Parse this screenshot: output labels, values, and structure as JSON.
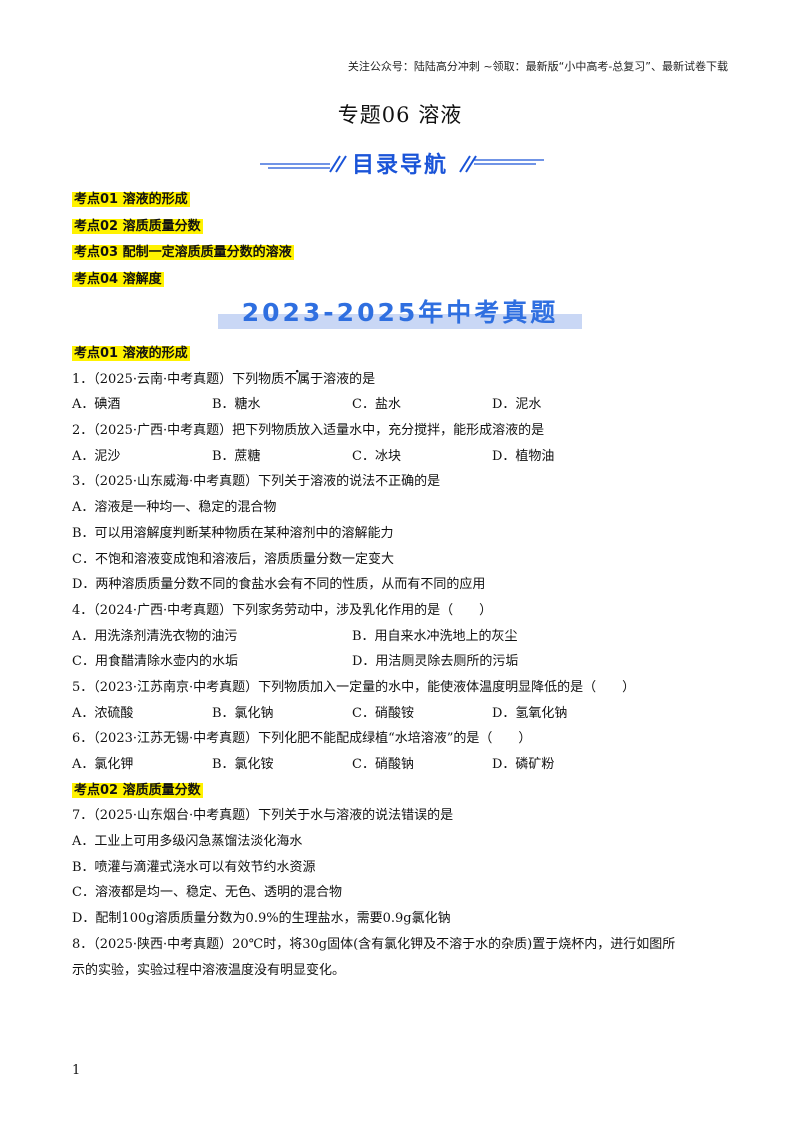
{
  "header_note": "关注公众号：陆陆高分冲刺  ~领取：最新版“小中高考-总复习”、最新试卷下载",
  "title": "专题06   溶液",
  "nav_banner": "目录导航",
  "toc": [
    "考点01  溶液的形成",
    "考点02  溶质质量分数",
    "考点03  配制一定溶质质量分数的溶液",
    "考点04  溶解度"
  ],
  "years_banner": "2023-2025年中考真题",
  "section1": "考点01  溶液的形成",
  "q1": {
    "stem_a": "1．（2025·云南·中考真题）下列物质",
    "emph": "不属",
    "stem_b": "于溶液的是",
    "options": [
      "A．碘酒",
      "B．糖水",
      "C．盐水",
      "D．泥水"
    ]
  },
  "q2": {
    "stem": "2．（2025·广西·中考真题）把下列物质放入适量水中，充分搅拌，能形成溶液的是",
    "options": [
      "A．泥沙",
      "B．蔗糖",
      "C．冰块",
      "D．植物油"
    ]
  },
  "q3": {
    "stem": "3．（2025·山东威海·中考真题）下列关于溶液的说法不正确的是",
    "options": [
      "A．溶液是一种均一、稳定的混合物",
      "B．可以用溶解度判断某种物质在某种溶剂中的溶解能力",
      "C．不饱和溶液变成饱和溶液后，溶质质量分数一定变大",
      "D．两种溶质质量分数不同的食盐水会有不同的性质，从而有不同的应用"
    ]
  },
  "q4": {
    "stem": "4．（2024·广西·中考真题）下列家务劳动中，涉及乳化作用的是（　　）",
    "options": [
      "A．用洗涤剂清洗衣物的油污",
      "B．用自来水冲洗地上的灰尘",
      "C．用食醋清除水壶内的水垢",
      "D．用洁厕灵除去厕所的污垢"
    ]
  },
  "q5": {
    "stem": "5．（2023·江苏南京·中考真题）下列物质加入一定量的水中，能使液体温度明显降低的是（　　）",
    "options": [
      "A．浓硫酸",
      "B．氯化钠",
      "C．硝酸铵",
      "D．氢氧化钠"
    ]
  },
  "q6": {
    "stem": "6．（2023·江苏无锡·中考真题）下列化肥不能配成绿植“水培溶液”的是（　　）",
    "options": [
      "A．氯化钾",
      "B．氯化铵",
      "C．硝酸钠",
      "D．磷矿粉"
    ]
  },
  "section2": "考点02  溶质质量分数",
  "q7": {
    "stem": "7．（2025·山东烟台·中考真题）下列关于水与溶液的说法错误的是",
    "options": [
      "A．工业上可用多级闪急蒸馏法淡化海水",
      "B．喷灌与滴灌式浇水可以有效节约水资源",
      "C．溶液都是均一、稳定、无色、透明的混合物",
      "D．配制100g溶质质量分数为0.9%的生理盐水，需要0.9g氯化钠"
    ]
  },
  "q8": {
    "stem_line1": "8．（2025·陕西·中考真题）20℃时，将30g固体(含有氯化钾及不溶于水的杂质)置于烧杯内，进行如图所",
    "stem_line2": "示的实验，实验过程中溶液温度没有明显变化。"
  },
  "page_number": "1",
  "colors": {
    "highlight": "#fff200",
    "banner_blue": "#1a54d8",
    "years_blue": "#2f6fe0"
  }
}
